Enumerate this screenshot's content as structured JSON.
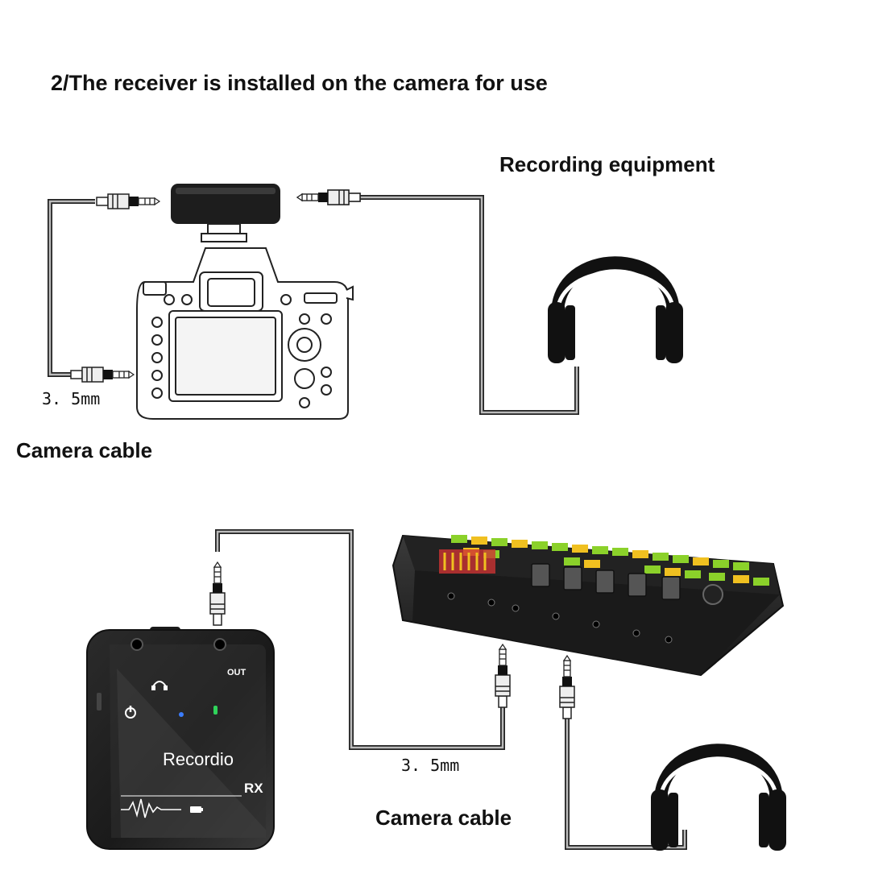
{
  "heading": "2/The receiver is installed on the camera for use",
  "labels": {
    "recording_equipment": "Recording equipment",
    "camera_cable_top": "Camera cable",
    "camera_cable_bottom": "Camera cable",
    "size_top": "3. 5mm",
    "size_bottom": "3. 5mm"
  },
  "receiver": {
    "brand": "Recordio",
    "model": "RX",
    "out_label": "OUT"
  },
  "icons": [
    "headphones-icon",
    "camera-icon",
    "audio-jack-icon",
    "mixer-console-icon",
    "power-icon",
    "waveform-icon",
    "battery-icon"
  ]
}
